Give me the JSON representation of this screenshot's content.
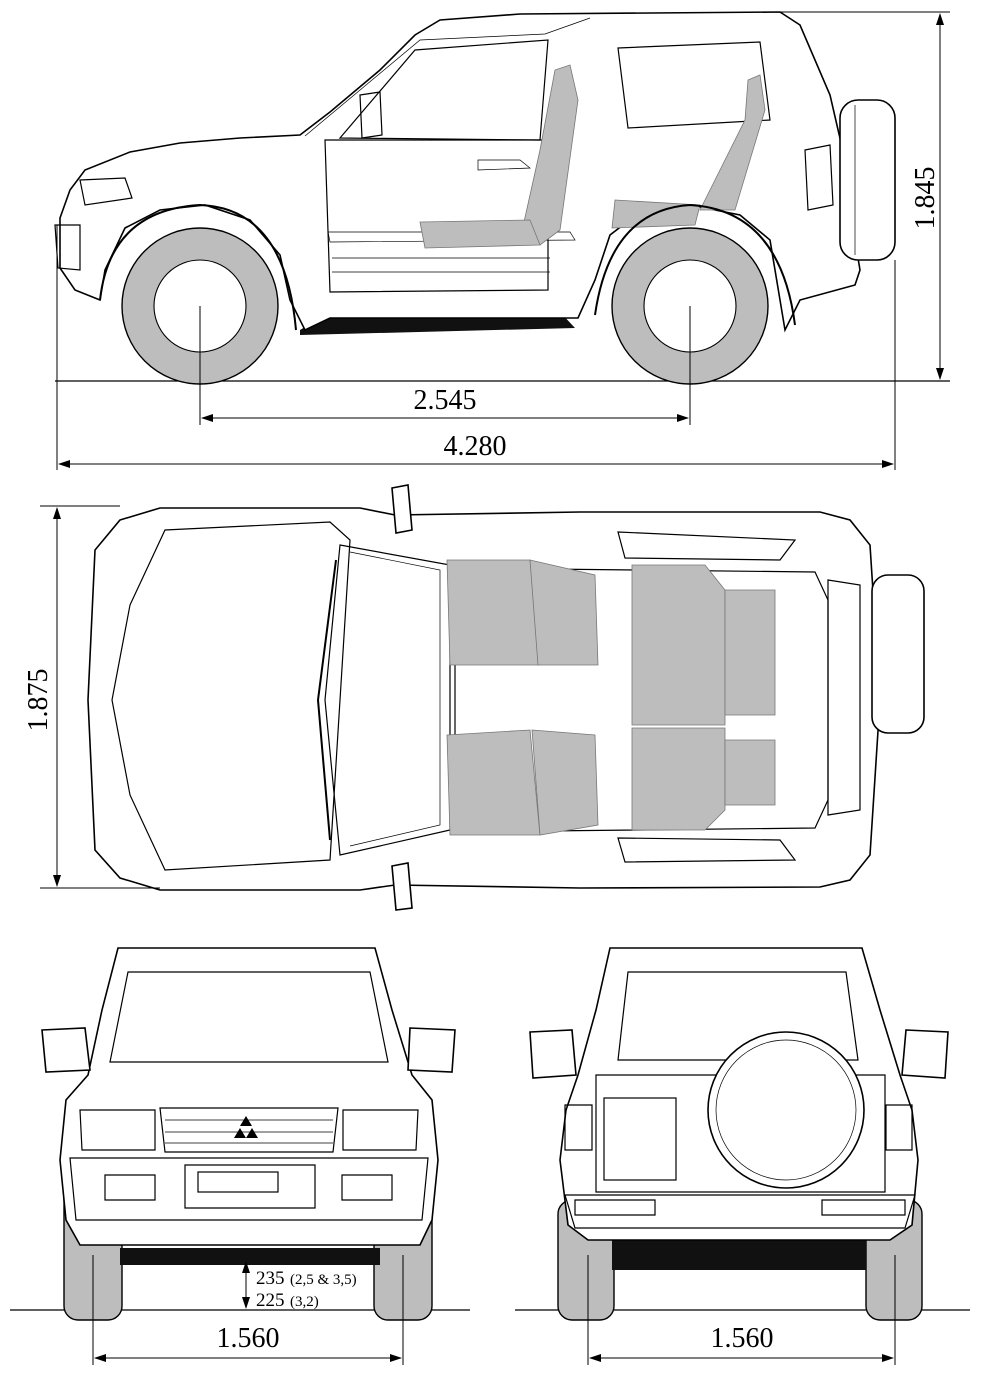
{
  "dimensions": {
    "wheelbase": "2.545",
    "length": "4.280",
    "height": "1.845",
    "width": "1.875",
    "track_front": "1.560",
    "track_rear": "1.560",
    "clearance_a": "235",
    "clearance_a_note": "(2,5 & 3,5)",
    "clearance_b": "225",
    "clearance_b_note": "(3,2)"
  },
  "colors": {
    "line": "#000000",
    "fill_grey": "#bdbdbd",
    "background": "#ffffff"
  }
}
